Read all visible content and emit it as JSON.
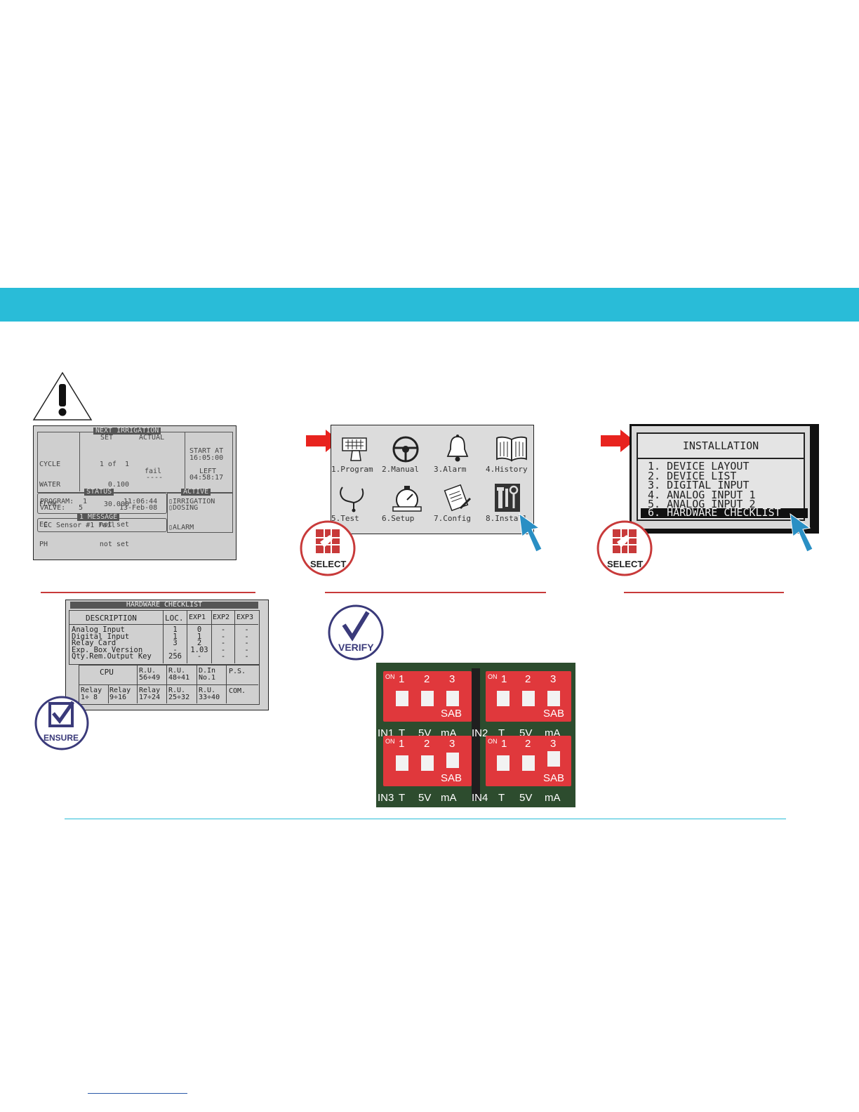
{
  "colors": {
    "banner": "#29bcd8",
    "accent_red": "#c83a3a",
    "arrow_red": "#e8231e",
    "pointer_blue": "#2a8fc4",
    "badge_navy": "#3a3a7a"
  },
  "icons": [
    "warning-icon",
    "select-hand-icon",
    "ensure-check-icon",
    "verify-check-icon"
  ],
  "panel1": {
    "header": "NEXT IRRIGATION",
    "col_set": "SET",
    "col_actual": "ACTUAL",
    "rows": [
      "CYCLE",
      "WATER",
      "FLOW",
      "EC",
      "PH"
    ],
    "set_values": [
      "1 of  1",
      "0.100",
      "30.000",
      "not set",
      "not set"
    ],
    "actual_values": [
      "fail",
      "----"
    ],
    "start_label": "START AT",
    "start_value": "16:05:00",
    "left_label": "LEFT",
    "left_value": "04:58:17",
    "status_title": "STATUS",
    "program_label": "PROGRAM:",
    "program_value": "1",
    "time": "11:06:44",
    "valve_label": "VALVE:",
    "valve_value": "5",
    "date": "13-Feb-08",
    "active_title": "ACTIVE",
    "active_items": [
      "IRRIGATION",
      "DOSING"
    ],
    "message_title": "1 MESSAGE",
    "message": "EC Sensor #1 Fail",
    "alarm": "ALARM"
  },
  "panel2": {
    "menu": [
      "1.Program",
      "2.Manual",
      "3.Alarm",
      "4.History",
      "5.Test",
      "6.Setup",
      "7.Config",
      "8.Install"
    ]
  },
  "panel3": {
    "title": "INSTALLATION",
    "items": [
      "1. DEVICE LAYOUT",
      "2. DEVICE LIST",
      "3. DIGITAL INPUT",
      "4. ANALOG INPUT 1",
      "5. ANALOG INPUT 2",
      "6. HARDWARE CHECKLIST"
    ]
  },
  "badges": {
    "select": "SELECT",
    "ensure": "ENSURE",
    "verify": "VERIFY"
  },
  "checklist": {
    "title": "HARDWARE CHECKLIST",
    "headers": [
      "DESCRIPTION",
      "LOC.",
      "EXP1",
      "EXP2",
      "EXP3"
    ],
    "descriptions": [
      "Analog Input",
      "Digital Input",
      "Relay Card",
      "Exp. Box Version",
      "Qty.Rem.Output Key"
    ],
    "loc": [
      "1",
      "1",
      "3",
      "-",
      "256"
    ],
    "exp1": [
      "0",
      "1",
      "2",
      "1.03",
      "-"
    ],
    "exp2": [
      "-",
      "-",
      "-",
      "-",
      "-"
    ],
    "exp3": [
      "-",
      "-",
      "-",
      "-",
      "-"
    ],
    "row2": [
      "CPU",
      "R.U.\n56÷49",
      "R.U.\n48÷41",
      "D.In\nNo.1",
      "P.S."
    ],
    "row3": [
      "Relay\n1÷ 8",
      "Relay\n9÷16",
      "Relay\n17÷24",
      "R.U.\n25÷32",
      "R.U.\n33÷40",
      "COM."
    ]
  },
  "board": {
    "dip_numbers": [
      "1",
      "2",
      "3"
    ],
    "sab": "SAB",
    "on": "ON",
    "inputs": [
      "IN1",
      "IN2",
      "IN3",
      "IN4"
    ],
    "pins": [
      "T",
      "5V",
      "mA"
    ]
  }
}
